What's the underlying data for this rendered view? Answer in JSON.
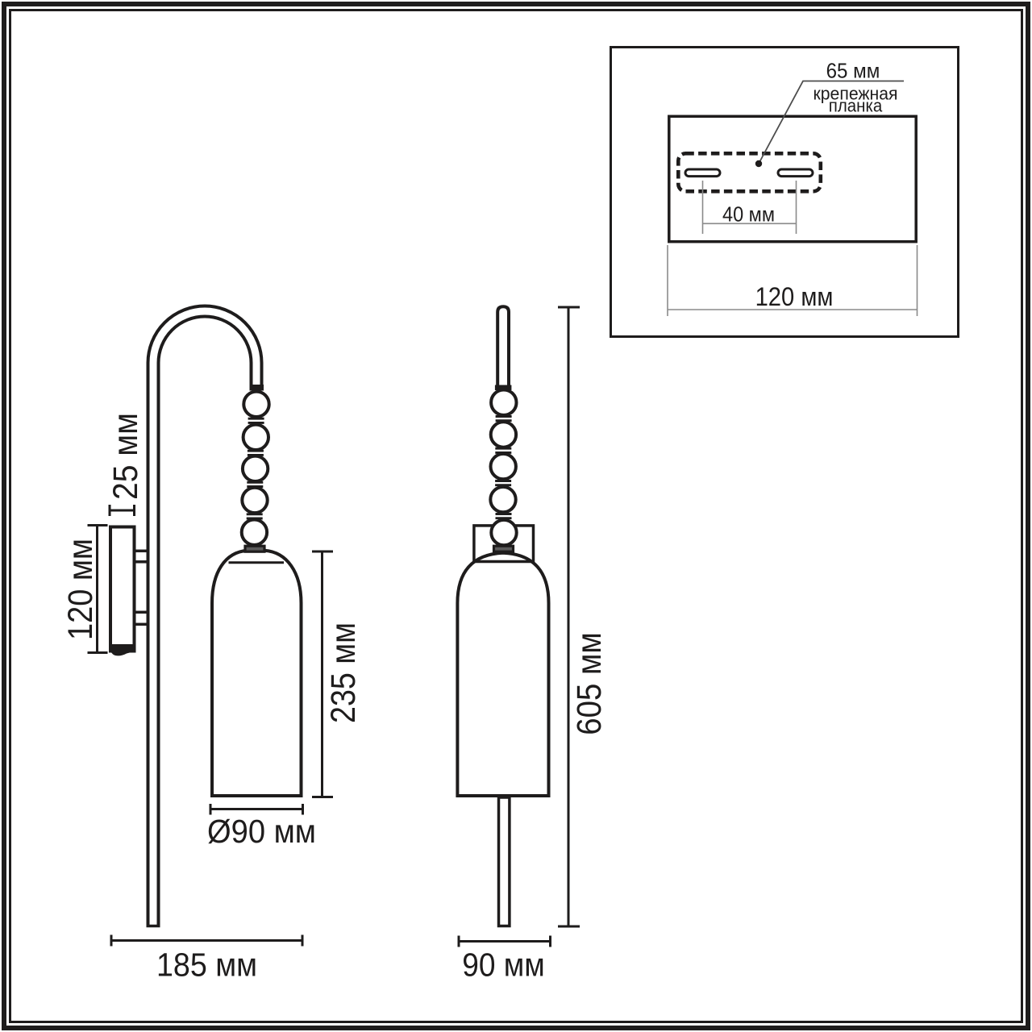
{
  "diagram": {
    "kind": "wall-lamp dimensional drawing",
    "units": "мм",
    "colors": {
      "ink": "#1e1c1c",
      "thin_line": "#8a8a8a",
      "leader_line": "#4d4d4d",
      "background": "#ffffff"
    }
  },
  "front_view": {
    "plate_depth_label": "25 мм",
    "plate_height_label": "120 мм",
    "shade_height_label": "235 мм",
    "shade_diameter_label": "Ø90 мм",
    "overall_depth_label": "185 мм"
  },
  "side_view": {
    "overall_height_label": "605 мм",
    "overall_width_label": "90 мм"
  },
  "mount_detail": {
    "callout_value_label": "65 мм",
    "callout_name_line1": "крепежная",
    "callout_name_line2": "планка",
    "hole_spacing_label": "40 мм",
    "plate_width_label": "120 мм"
  }
}
